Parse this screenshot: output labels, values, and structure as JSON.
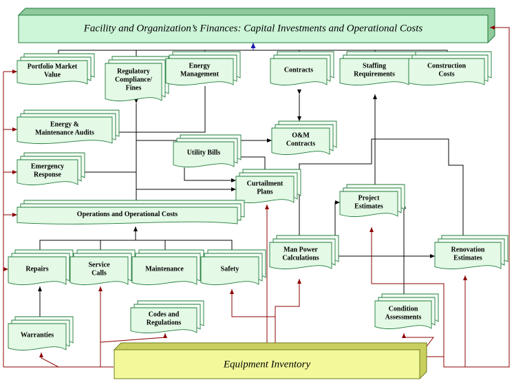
{
  "title": "Facility and Organization’s Finances: Capital Investments and Operational Costs",
  "inventory": "Equipment Inventory",
  "nodes": {
    "portfolio": [
      "Portfolio Market",
      "Value"
    ],
    "regulatory": [
      "Regulatory",
      "Compliance/",
      "Fines"
    ],
    "energy_mgmt": [
      "Energy",
      "Management"
    ],
    "contracts": [
      "Contracts"
    ],
    "staffing": [
      "Staffing",
      "Requirements"
    ],
    "construction": [
      "Construction",
      "Costs"
    ],
    "audits": [
      "Energy &",
      "Maintenance Audits"
    ],
    "om_contracts": [
      "O&M",
      "Contracts"
    ],
    "utility": [
      "Utility Bills"
    ],
    "emergency": [
      "Emergency",
      "Response"
    ],
    "curtailment": [
      "Curtailment",
      "Plans"
    ],
    "project": [
      "Project",
      "Estimates"
    ],
    "operations": [
      "Operations and Operational Costs"
    ],
    "manpower": [
      "Man Power",
      "Calculations"
    ],
    "renovation": [
      "Renovation",
      "Estimates"
    ],
    "repairs": [
      "Repairs"
    ],
    "service": [
      "Service",
      "Calls"
    ],
    "maintenance": [
      "Maintenance"
    ],
    "safety": [
      "Safety"
    ],
    "condition": [
      "Condition",
      "Assessments"
    ],
    "codes": [
      "Codes and",
      "Regulations"
    ],
    "warranties": [
      "Warranties"
    ]
  },
  "colors": {
    "node_fill": "#e4f9e6",
    "node_border": "#1e7a38",
    "title_fill": "#cdf5d8",
    "inventory_fill": "#f3f99a",
    "black_link": "#000000",
    "red_link": "#8b0000",
    "blue_arrow": "#1a1aa8"
  }
}
